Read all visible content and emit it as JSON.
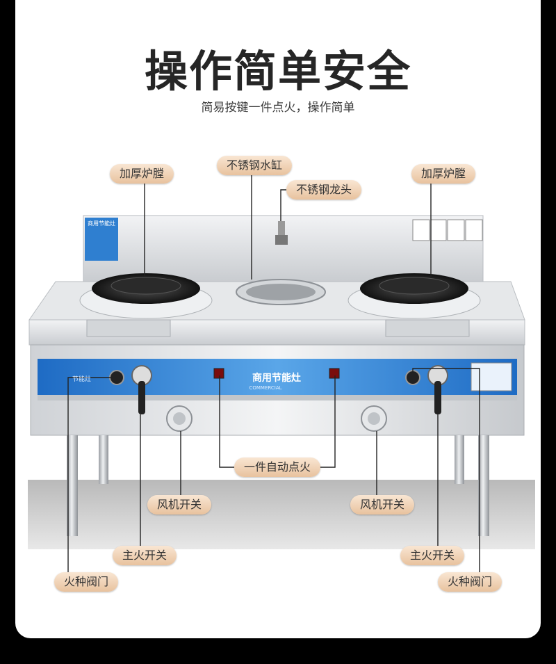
{
  "page": {
    "title": "操作简单安全",
    "subtitle": "简易按键一件点火，操作简单"
  },
  "stove": {
    "brand_text": "商用节能灶",
    "brand_sub": "COMMERCIAL"
  },
  "labels": [
    {
      "id": "thick-chamber-left",
      "text": "加厚炉膛"
    },
    {
      "id": "water-tank",
      "text": "不锈钢水缸"
    },
    {
      "id": "faucet",
      "text": "不锈钢龙头"
    },
    {
      "id": "thick-chamber-right",
      "text": "加厚炉膛"
    },
    {
      "id": "auto-ignition",
      "text": "一件自动点火"
    },
    {
      "id": "fan-switch-left",
      "text": "风机开关"
    },
    {
      "id": "fan-switch-right",
      "text": "风机开关"
    },
    {
      "id": "main-fire-switch-left",
      "text": "主火开关"
    },
    {
      "id": "main-fire-switch-right",
      "text": "主火开关"
    },
    {
      "id": "pilot-valve-left",
      "text": "火种阀门"
    },
    {
      "id": "pilot-valve-right",
      "text": "火种阀门"
    }
  ],
  "colors": {
    "panel_blue": "#2f7fd0",
    "label_bg": "#eccfae",
    "steel": "#d9dcdf",
    "background": "#000000"
  }
}
